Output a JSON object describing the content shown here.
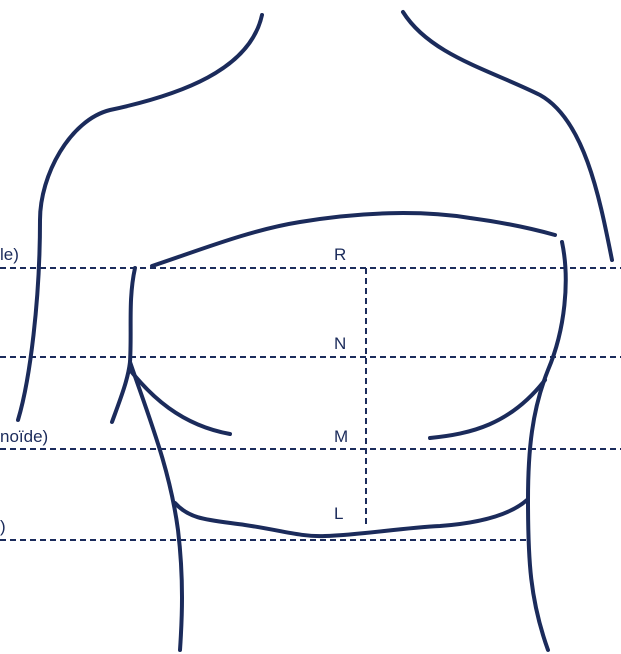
{
  "diagram": {
    "colors": {
      "ink": "#1b2b5b",
      "background": "#ffffff"
    },
    "levels": [
      {
        "id": "R",
        "marker": "R",
        "side_label": "le)"
      },
      {
        "id": "N",
        "marker": "N",
        "side_label": ""
      },
      {
        "id": "M",
        "marker": "M",
        "side_label": "noïde)"
      },
      {
        "id": "L",
        "marker": "L",
        "side_label": ")"
      }
    ]
  }
}
